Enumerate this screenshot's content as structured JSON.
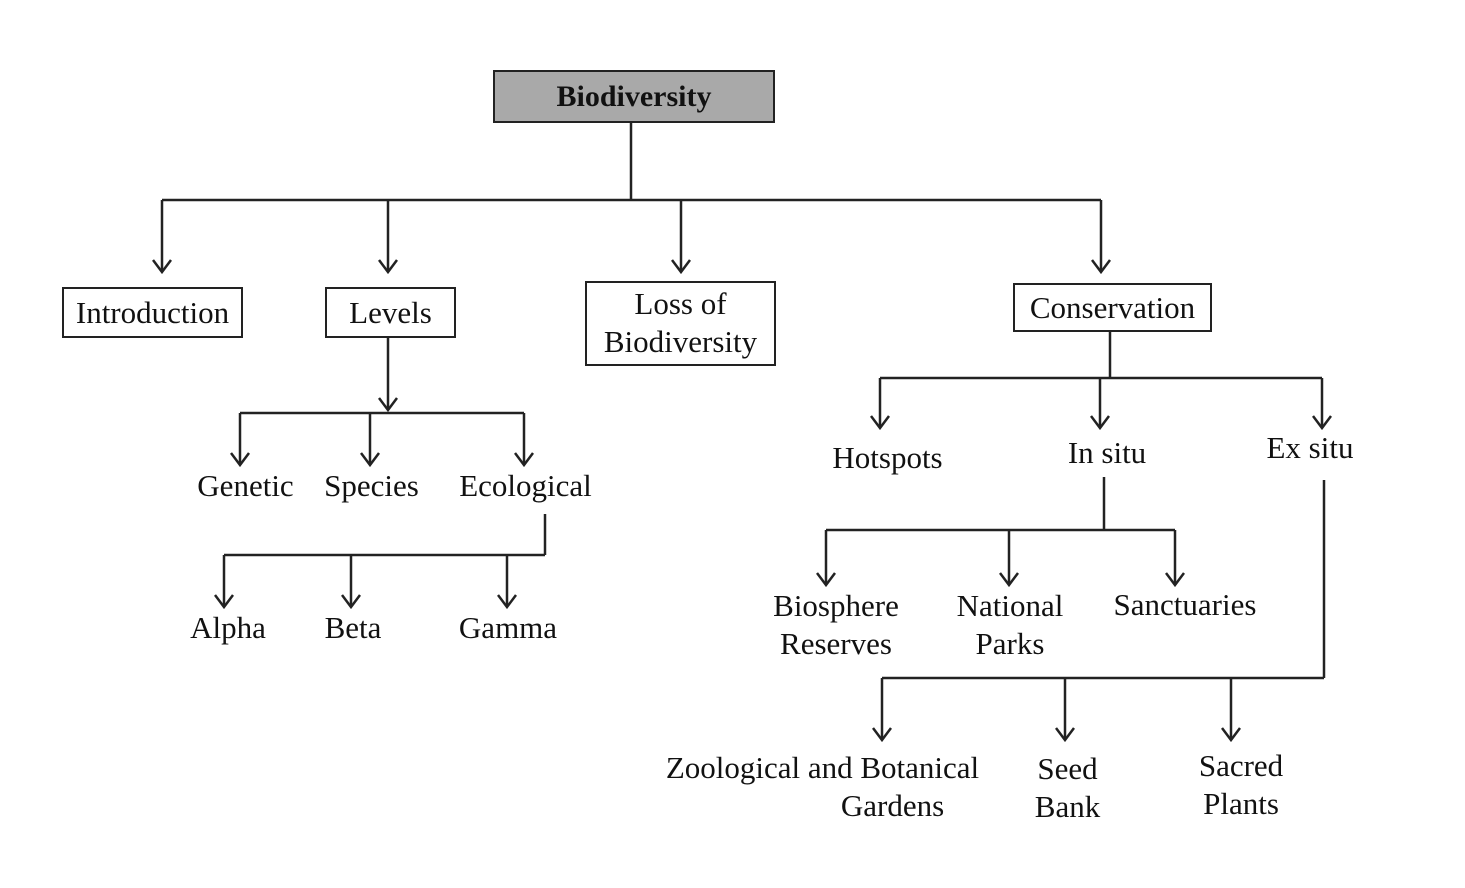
{
  "nodes": {
    "biodiversity": "Biodiversity",
    "introduction": "Introduction",
    "levels": "Levels",
    "loss_line1": "Loss of",
    "loss_line2": "Biodiversity",
    "conservation": "Conservation",
    "genetic": "Genetic",
    "species": "Species",
    "ecological": "Ecological",
    "alpha": "Alpha",
    "beta": "Beta",
    "gamma": "Gamma",
    "hotspots": "Hotspots",
    "in_situ": "In situ",
    "ex_situ": "Ex situ",
    "biosphere_line1": "Biosphere",
    "biosphere_line2": "Reserves",
    "national_line1": "National",
    "national_line2": "Parks",
    "sanctuaries": "Sanctuaries",
    "zoo_line1": "Zoological and Botanical",
    "zoo_line2": "Gardens",
    "seed_line1": "Seed",
    "seed_line2": "Bank",
    "sacred_line1": "Sacred",
    "sacred_line2": "Plants"
  }
}
